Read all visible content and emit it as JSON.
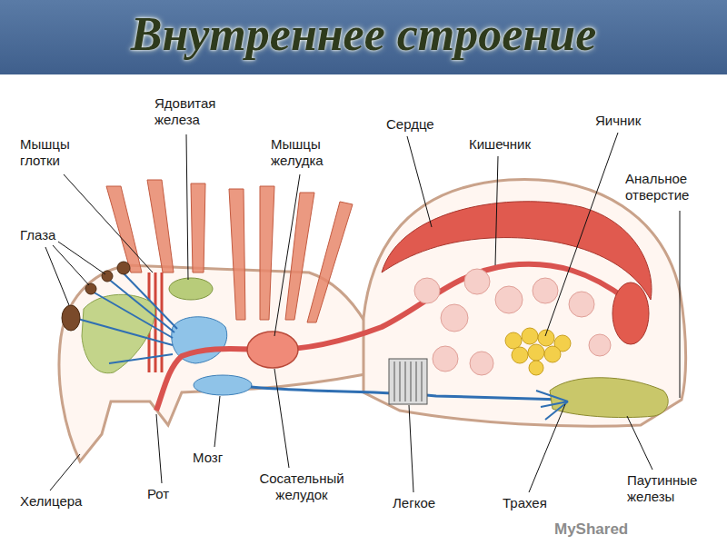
{
  "diagram": {
    "title": "Внутреннее строение",
    "labels": [
      "Мышцы глотки",
      "Ядовитая железа",
      "Мышцы желудка",
      "Сердце",
      "Кишечник",
      "Яичник",
      "Анальное отверстие",
      "Глаза",
      "Мозг",
      "Рот",
      "Хелицера",
      "Сосательный желудок",
      "Легкое",
      "Трахея",
      "Паутинные железы",
      "MyShared"
    ]
  }
}
